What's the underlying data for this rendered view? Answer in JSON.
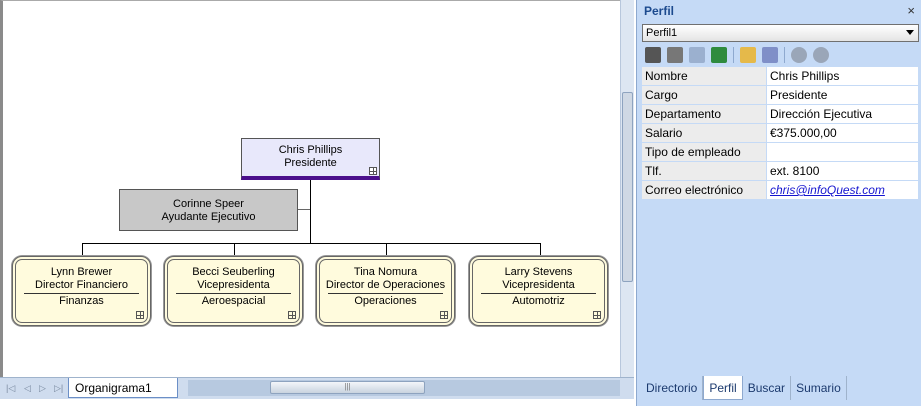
{
  "chart": {
    "root": {
      "name": "Chris Phillips",
      "title": "Presidente"
    },
    "assistant": {
      "name": "Corinne Speer",
      "title": "Ayudante Ejecutivo"
    },
    "reports": [
      {
        "name": "Lynn Brewer",
        "title": "Director Financiero",
        "dept": "Finanzas"
      },
      {
        "name": "Becci Seuberling",
        "title": "Vicepresidenta",
        "dept": "Aeroespacial"
      },
      {
        "name": "Tina Nomura",
        "title": "Director de Operaciones",
        "dept": "Operaciones"
      },
      {
        "name": "Larry Stevens",
        "title": "Vicepresidenta",
        "dept": "Automotriz"
      }
    ]
  },
  "sheet_tab": "Organigrama1",
  "panel": {
    "title": "Perfil",
    "close": "×",
    "profile_select": "Perfil1",
    "fields": [
      {
        "k": "Nombre",
        "v": "Chris Phillips"
      },
      {
        "k": "Cargo",
        "v": "Presidente"
      },
      {
        "k": "Departamento",
        "v": "Dirección Ejecutiva"
      },
      {
        "k": "Salario",
        "v": "€375.000,00"
      },
      {
        "k": "Tipo de empleado",
        "v": ""
      },
      {
        "k": "Tlf.",
        "v": "ext. 8100"
      },
      {
        "k": "Correo electrónico",
        "v": "chris@infoQuest.com"
      }
    ],
    "tabs": [
      "Directorio",
      "Perfil",
      "Buscar",
      "Sumario"
    ]
  }
}
